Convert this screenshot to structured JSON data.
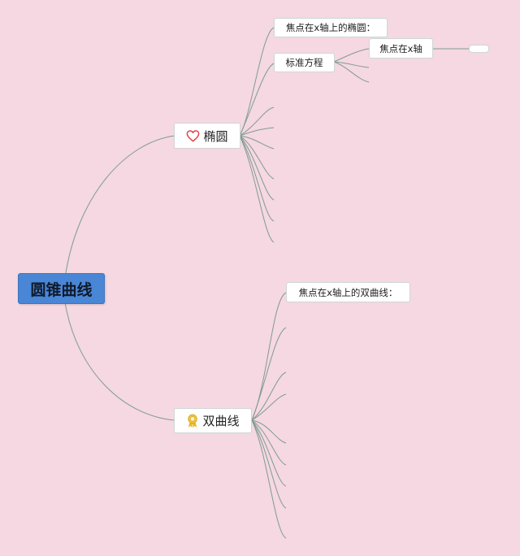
{
  "root": {
    "label": "圆锥曲线"
  },
  "branches": [
    {
      "label": "椭圆",
      "icon": "heart-icon",
      "icon_color": "#e0464a"
    },
    {
      "label": "双曲线",
      "icon": "award-ribbon-icon",
      "icon_color": "#e8b824"
    }
  ],
  "ellipse_children": [
    {
      "label": "焦点在x轴上的椭圆："
    },
    {
      "label": "标准方程"
    }
  ],
  "ellipse_grandchildren": [
    {
      "label": "焦点在x轴"
    }
  ],
  "hyperbola_children": [
    {
      "label": "焦点在x轴上的双曲线："
    }
  ],
  "colors": {
    "background": "#f5d8e1",
    "root_fill": "#4a86d6",
    "connector": "#7f9b92"
  }
}
